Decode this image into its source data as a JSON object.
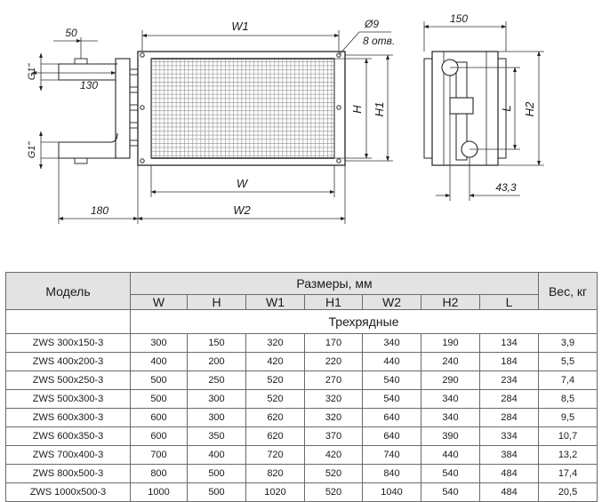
{
  "drawing": {
    "dims": {
      "w1": "W1",
      "hole_dia": "Ø9",
      "holes": "8 отв.",
      "d50": "50",
      "d130": "130",
      "d150": "150",
      "g_top": "G1\"",
      "g_bot": "G1\"",
      "h": "H",
      "h1": "H1",
      "w": "W",
      "w2": "W2",
      "d180": "180",
      "l": "L",
      "h2": "H2",
      "d43": "43,3"
    }
  },
  "table": {
    "header": {
      "model": "Модель",
      "sizes": "Размеры, мм",
      "weight": "Вес, кг",
      "cols": [
        "W",
        "H",
        "W1",
        "H1",
        "W2",
        "H2",
        "L"
      ]
    },
    "group": "Трехрядные",
    "rows": [
      [
        "ZWS 300x150-3",
        "300",
        "150",
        "320",
        "170",
        "340",
        "190",
        "134",
        "3,9"
      ],
      [
        "ZWS 400x200-3",
        "400",
        "200",
        "420",
        "220",
        "440",
        "240",
        "184",
        "5,5"
      ],
      [
        "ZWS 500x250-3",
        "500",
        "250",
        "520",
        "270",
        "540",
        "290",
        "234",
        "7,4"
      ],
      [
        "ZWS 500x300-3",
        "500",
        "300",
        "520",
        "320",
        "540",
        "340",
        "284",
        "8,5"
      ],
      [
        "ZWS 600x300-3",
        "600",
        "300",
        "620",
        "320",
        "640",
        "340",
        "284",
        "9,5"
      ],
      [
        "ZWS 600x350-3",
        "600",
        "350",
        "620",
        "370",
        "640",
        "390",
        "334",
        "10,7"
      ],
      [
        "ZWS 700x400-3",
        "700",
        "400",
        "720",
        "420",
        "740",
        "440",
        "384",
        "13,2"
      ],
      [
        "ZWS 800x500-3",
        "800",
        "500",
        "820",
        "520",
        "840",
        "540",
        "484",
        "17,4"
      ],
      [
        "ZWS 1000x500-3",
        "1000",
        "500",
        "1020",
        "520",
        "1040",
        "540",
        "484",
        "20,5"
      ]
    ]
  }
}
